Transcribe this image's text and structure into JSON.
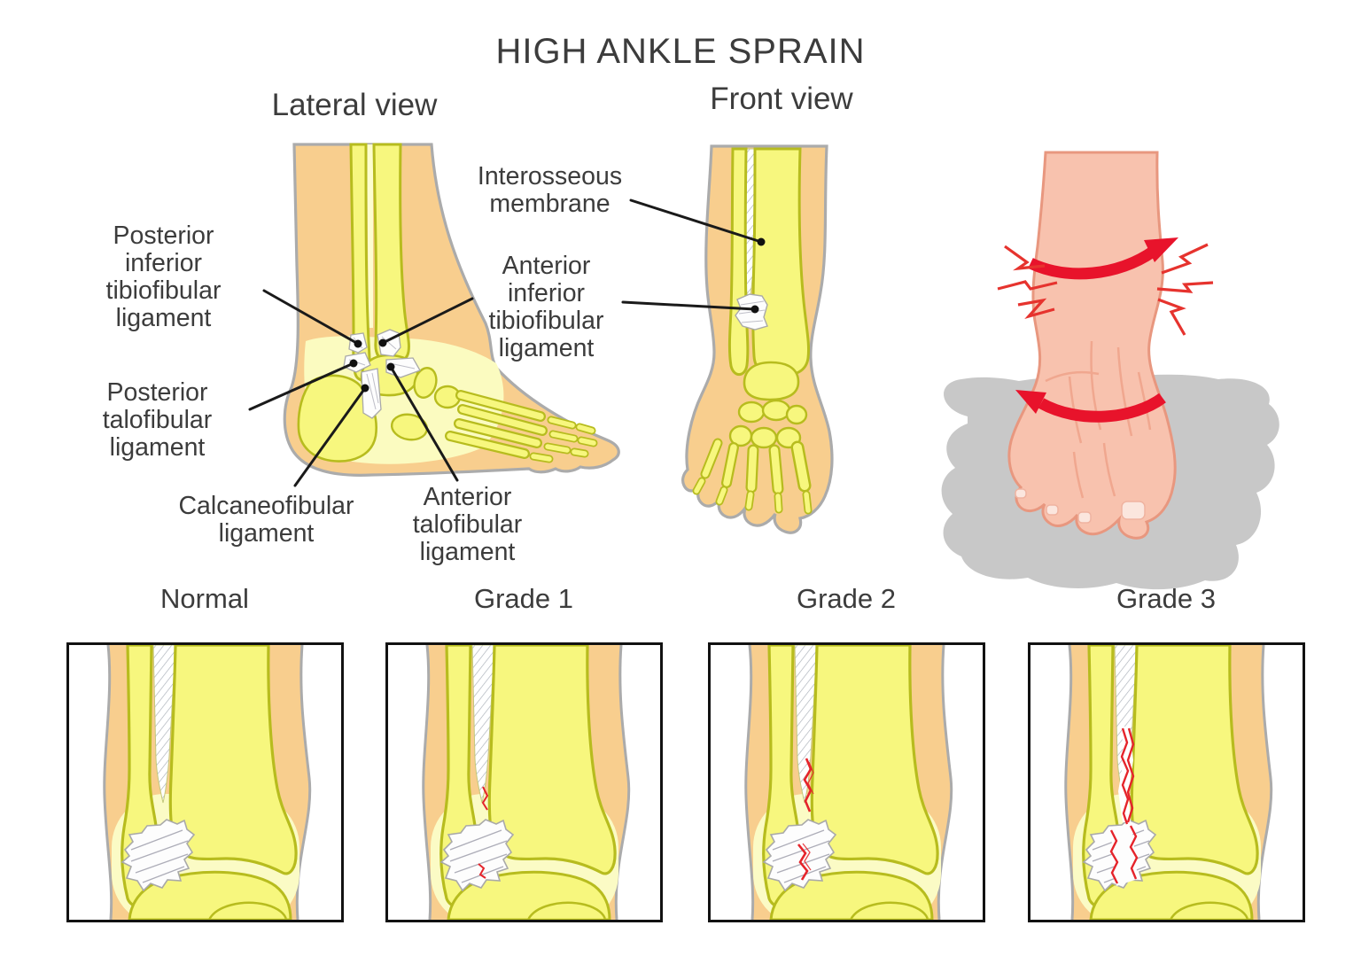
{
  "title": "HIGH ANKLE SPRAIN",
  "views": {
    "lateral_label": "Lateral view",
    "front_label": "Front view"
  },
  "labels": {
    "posterior_inferior_tibiofibular": "Posterior\ninferior\ntibiofibular\nligament",
    "posterior_talofibular": "Posterior\ntalofibular\nligament",
    "calcaneofibular": "Calcaneofibular\nligament",
    "anterior_talofibular": "Anterior\ntalofibular\nligament",
    "anterior_inferior_tibiofibular": "Anterior\ninferior\ntibiofibular\nligament",
    "interosseous_membrane": "Interosseous\nmembrane"
  },
  "grades": [
    {
      "label": "Normal"
    },
    {
      "label": "Grade 1"
    },
    {
      "label": "Grade 2"
    },
    {
      "label": "Grade 3"
    }
  ],
  "colors": {
    "skin_tan": "#F8CE8E",
    "skin_outline": "#ABABAB",
    "bone_yellow": "#F7F77E",
    "bone_pale": "#FBFBC2",
    "bone_outline": "#B7BC1E",
    "ligament_white": "#FDFDFD",
    "ligament_line": "#A9A9A9",
    "tear_red": "#E5242B",
    "arrow_red": "#E8132B",
    "foot_pink": "#F8C2AE",
    "foot_pink_outline": "#E8977F",
    "ground_gray": "#C8C8C8",
    "leader_line": "#1A1A1A",
    "text": "#3C3C3C",
    "panel_border": "#121212"
  }
}
